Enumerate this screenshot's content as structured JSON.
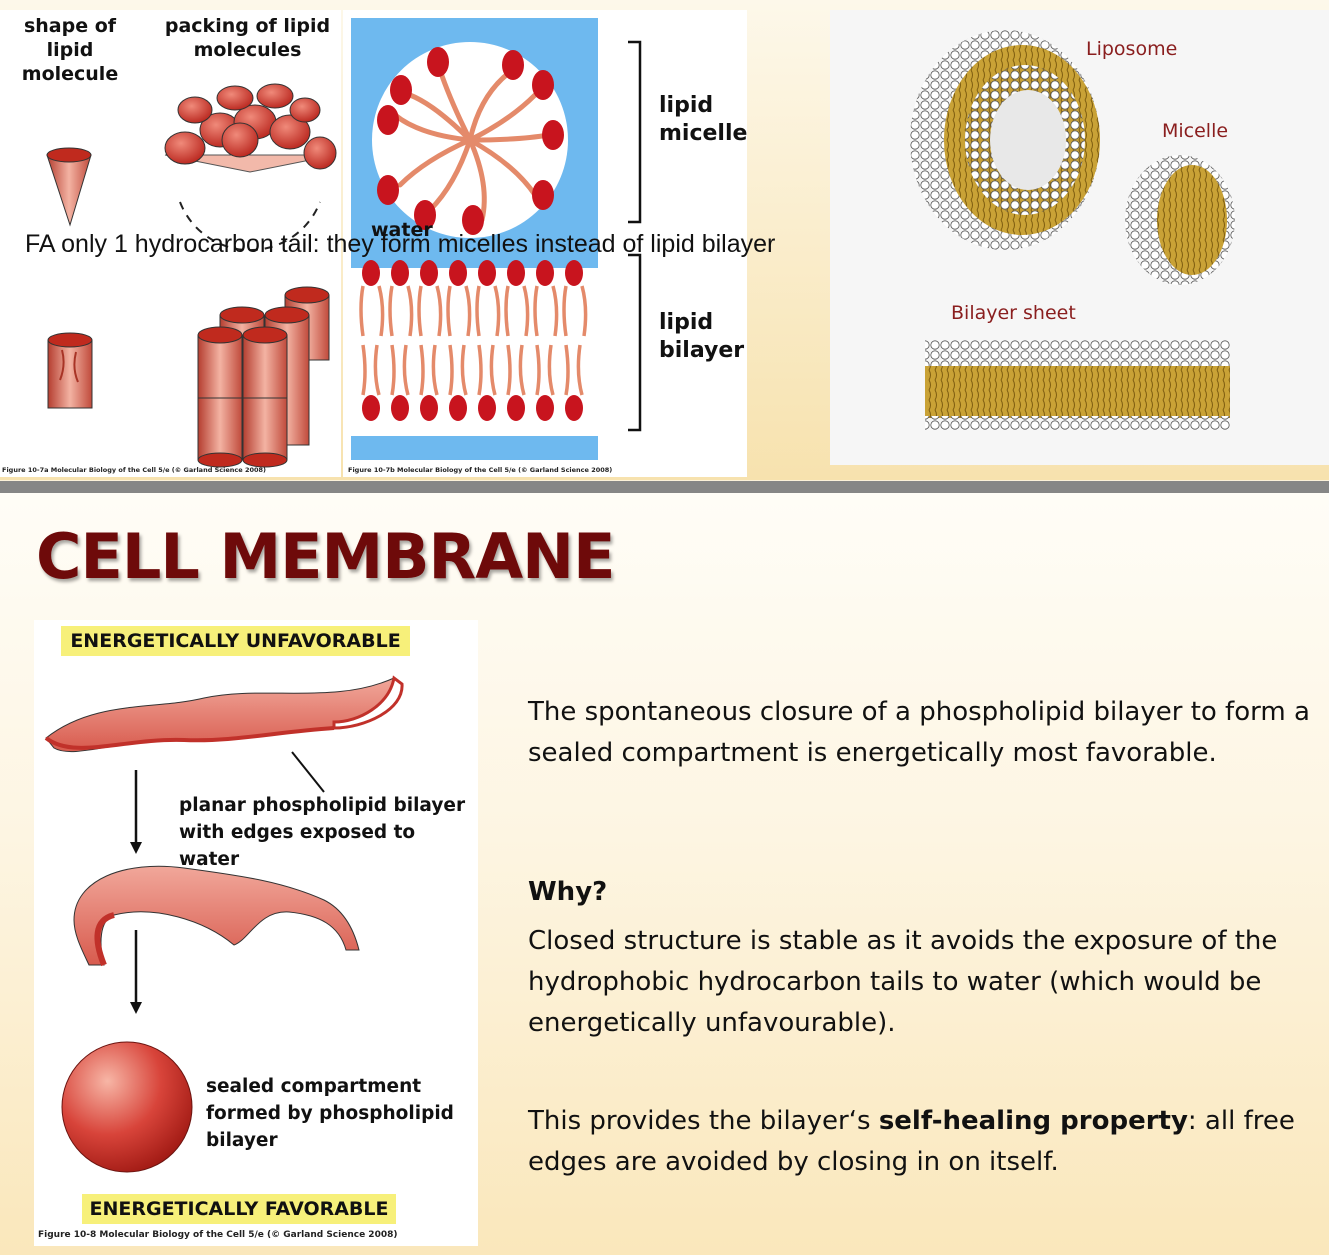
{
  "fig1": {
    "header_shape": "shape of lipid molecule",
    "header_packing": "packing of lipid molecules",
    "caption": "Figure 10-7a  Molecular Biology of the Cell 5/e (© Garland Science 2008)"
  },
  "fig2": {
    "water_label": "water",
    "micelle_label": "lipid micelle",
    "bilayer_label": "lipid bilayer",
    "caption": "Figure 10-7b  Molecular Biology of the Cell 5/e (© Garland Science 2008)"
  },
  "fig3": {
    "liposome": "Liposome",
    "micelle": "Micelle",
    "bilayer_sheet": "Bilayer sheet"
  },
  "overlay_note": "FA only 1 hydrocarbon tail: they form micelles instead of lipid bilayer",
  "title": "CELL MEMBRANE",
  "fig4": {
    "band_top": "ENERGETICALLY UNFAVORABLE",
    "planar_label": "planar phospholipid bilayer with edges exposed to water",
    "sealed_label": "sealed compartment formed by phospholipid bilayer",
    "band_bottom": "ENERGETICALLY FAVORABLE",
    "caption": "Figure 10-8  Molecular Biology of the Cell 5/e (© Garland Science 2008)"
  },
  "body": {
    "p1": "The spontaneous closure of a phospholipid bilayer to form a sealed compartment is energetically most favorable.",
    "why": "Why?",
    "p2": "Closed structure is stable as it avoids the exposure of the hydrophobic hydrocarbon tails to water (which would be energetically unfavourable).",
    "p3_pre": "This provides the bilayer‘s ",
    "p3_bold": "self-healing property",
    "p3_post": ": all free edges are avoided by closing in on itself."
  }
}
